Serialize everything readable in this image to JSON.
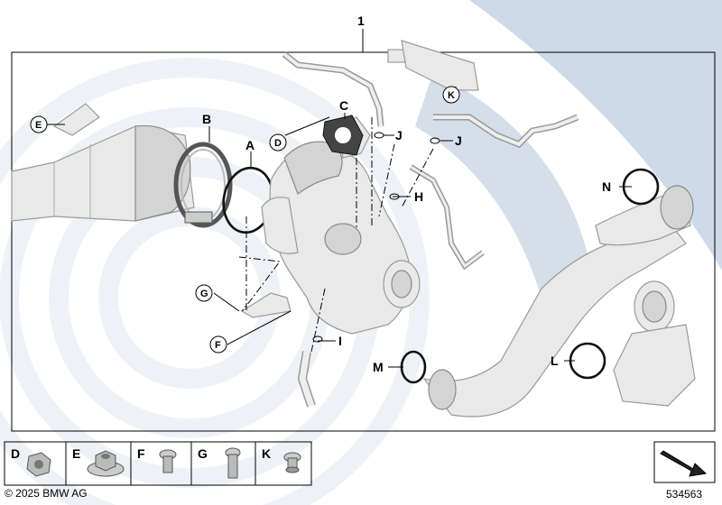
{
  "diagram": {
    "main_number": "1",
    "labels": {
      "A": "A",
      "B": "B",
      "C": "C",
      "D": "D",
      "E": "E",
      "F": "F",
      "G": "G",
      "H": "H",
      "I": "I",
      "J1": "J",
      "J2": "J",
      "K": "K",
      "L": "L",
      "M": "M",
      "N": "N"
    },
    "component_panel": [
      {
        "letter": "D",
        "part": "nut-collar"
      },
      {
        "letter": "E",
        "part": "nut-flange"
      },
      {
        "letter": "F",
        "part": "bolt-torx"
      },
      {
        "letter": "G",
        "part": "bolt-torx-long"
      },
      {
        "letter": "K",
        "part": "bolt-collar"
      }
    ],
    "copyright": "© 2025 BMW AG",
    "image_number": "534563",
    "colors": {
      "watermark": "#c5d4e3",
      "watermark_light": "#dde6ef",
      "part_fill": "#e9e9e9",
      "outline": "#000000"
    }
  }
}
